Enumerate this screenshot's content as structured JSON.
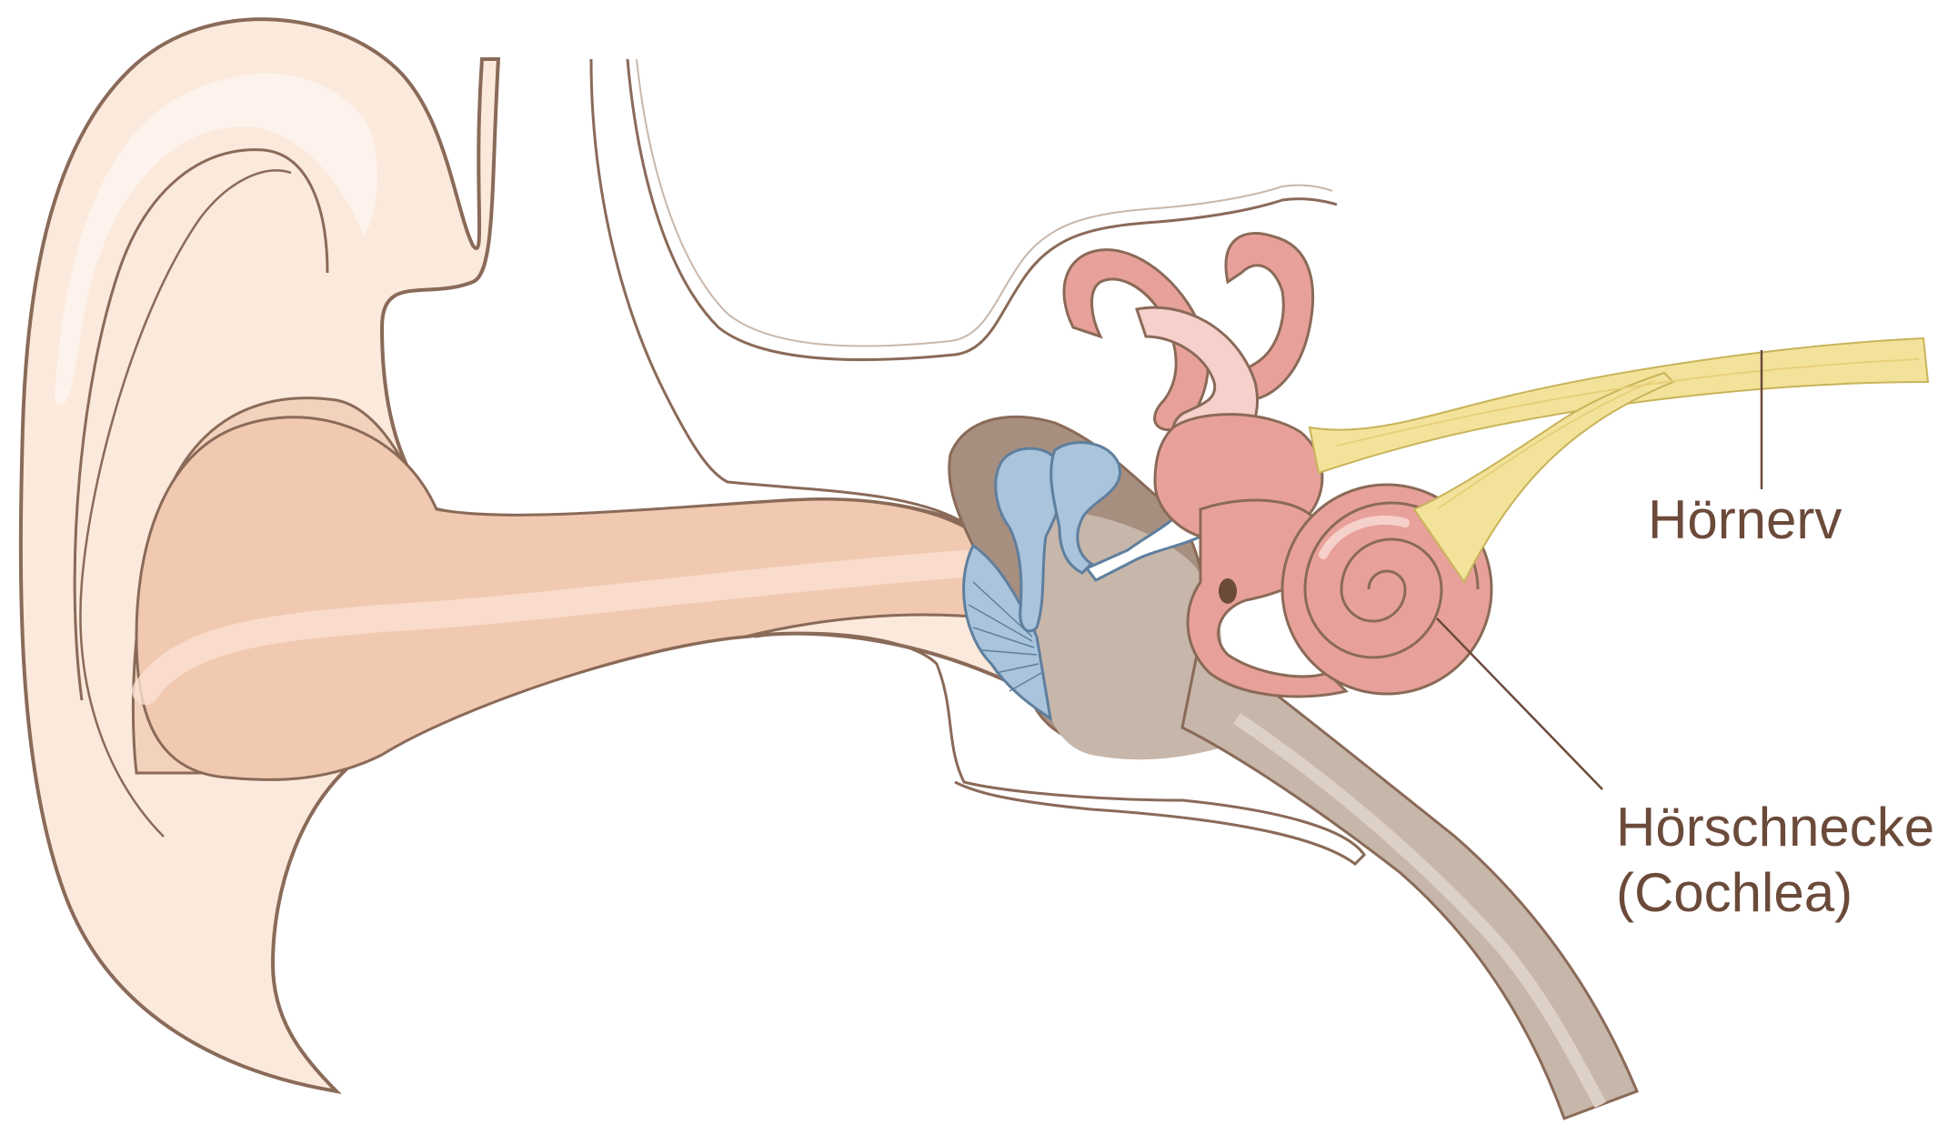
{
  "labels": {
    "auditory_nerve": "Hörnerv",
    "cochlea_line1": "Hörschnecke",
    "cochlea_line2": "(Cochlea)"
  },
  "colors": {
    "outline": "#8a6a58",
    "skin": "#fbe9dc",
    "skin_dark": "#f3d2bd",
    "canal": "#f1c9b1",
    "bone": "#c7b6aa",
    "bone_dark": "#a78f80",
    "ossicle_blue": "#a9c4dc",
    "inner_ear_pink": "#e8a19a",
    "inner_ear_light": "#f6d0cb",
    "nerve_yellow": "#f3e39a",
    "label_text": "#6b4a3a"
  }
}
